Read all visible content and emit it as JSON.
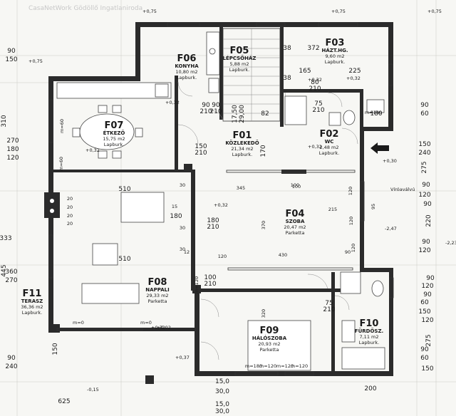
{
  "colors": {
    "wall": "#2b2b2b",
    "paper": "#f7f7f4",
    "line": "#333333",
    "grid": "#c9c9c4"
  },
  "rooms": [
    {
      "code": "F06",
      "name": "KONYHA",
      "area": "10,80 m2",
      "floor": "Lapburk."
    },
    {
      "code": "F05",
      "name": "LÉPCSŐHÁZ",
      "area": "5,88 m2",
      "floor": "Lapburk."
    },
    {
      "code": "F03",
      "name": "HÁZT.HG.",
      "area": "9,60 m2",
      "floor": "Lapburk."
    },
    {
      "code": "F07",
      "name": "ÉTKEZŐ",
      "area": "15,75 m2",
      "floor": "Lapburk."
    },
    {
      "code": "F01",
      "name": "KÖZLEKEDŐ",
      "area": "21,34 m2",
      "floor": "Lapburk."
    },
    {
      "code": "F02",
      "name": "WC",
      "area": "2,48 m2",
      "floor": "Lapburk."
    },
    {
      "code": "F04",
      "name": "SZOBA",
      "area": "20,47 m2",
      "floor": "Parketta"
    },
    {
      "code": "F08",
      "name": "NAPPALI",
      "area": "29,33 m2",
      "floor": "Parketta"
    },
    {
      "code": "F11",
      "name": "TERASZ",
      "area": "36,36 m2",
      "floor": "Lapburk."
    },
    {
      "code": "F09",
      "name": "HÁLÓSZOBA",
      "area": "20,93 m2",
      "floor": "Parketta"
    },
    {
      "code": "F10",
      "name": "FÜRDŐSZ.",
      "area": "7,11 m2",
      "floor": "Lapburk."
    }
  ],
  "levels": [
    "+0,75",
    "+0,75",
    "+0,75",
    "+0,75",
    "+0,32",
    "+0,32",
    "+0,32",
    "+0,32",
    "+0,32",
    "+0,32",
    "+0,30",
    "+0,02",
    "+0,37",
    "-2,47",
    "-2,23",
    "-0,15",
    "+0,32"
  ],
  "dims": {
    "top": [
      "372",
      "38",
      "38",
      "225",
      "165",
      "180",
      "82",
      "17,50",
      "29,00"
    ],
    "openings": [
      "90\n210",
      "80\n210",
      "75\n210",
      "90\n210",
      "150\n210",
      "180\n210",
      "100\n210",
      "75\n210"
    ],
    "inner": [
      "345",
      "100",
      "215",
      "370",
      "430",
      "100",
      "320",
      "120",
      "120",
      "120",
      "120",
      "30",
      "30",
      "30",
      "12",
      "15",
      "20",
      "20",
      "20",
      "20",
      "95",
      "90",
      "m=180",
      "m=180",
      "m=120",
      "m=120",
      "m=60",
      "m=60",
      "m=0",
      "m=0",
      "m=120",
      "m=120"
    ],
    "left": [
      "90",
      "150",
      "310",
      "270",
      "180",
      "120",
      "333",
      "445",
      "360",
      "270",
      "150",
      "90",
      "240",
      "625"
    ],
    "right": [
      "90",
      "60",
      "150",
      "240",
      "275",
      "90",
      "120",
      "90",
      "220",
      "90",
      "120",
      "90",
      "120",
      "90",
      "60",
      "150",
      "120",
      "275",
      "90",
      "60",
      "150"
    ],
    "bottom": [
      "200",
      "15,0",
      "30,0",
      "15,0",
      "30,0"
    ],
    "misc": [
      "510",
      "510",
      "180",
      "170"
    ]
  },
  "annotations": {
    "gutter": "Víróaválvú"
  },
  "watermark": "CasaNetWork Gödöllő Ingatlaniroda"
}
